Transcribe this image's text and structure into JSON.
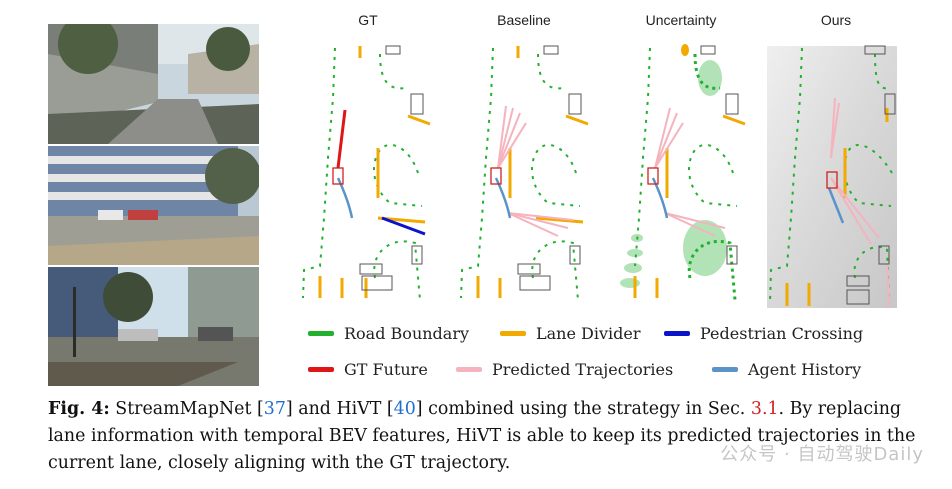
{
  "column_headers": [
    "GT",
    "Baseline",
    "Uncertainty",
    "Ours"
  ],
  "legend": [
    {
      "label": "Road Boundary",
      "color": "#22b02e"
    },
    {
      "label": "Lane Divider",
      "color": "#f2a900"
    },
    {
      "label": "Pedestrian Crossing",
      "color": "#0a14c8"
    },
    {
      "label": "GT Future",
      "color": "#e01515"
    },
    {
      "label": "Predicted Trajectories",
      "color": "#f5b3bd"
    },
    {
      "label": "Agent History",
      "color": "#5a93c8"
    }
  ],
  "caption": {
    "label": "Fig. 4:",
    "t1": " StreamMapNet [",
    "ref1": "37",
    "t2": "] and HiVT [",
    "ref2": "40",
    "t3": "] combined using the strategy in Sec. ",
    "sec": "3.1",
    "t4": ". By replacing lane information with temporal BEV features, HiVT is able to keep its predicted trajectories in the current lane, closely aligning with the GT trajectory."
  },
  "watermark": "公众号 · 自动驾驶Daily"
}
